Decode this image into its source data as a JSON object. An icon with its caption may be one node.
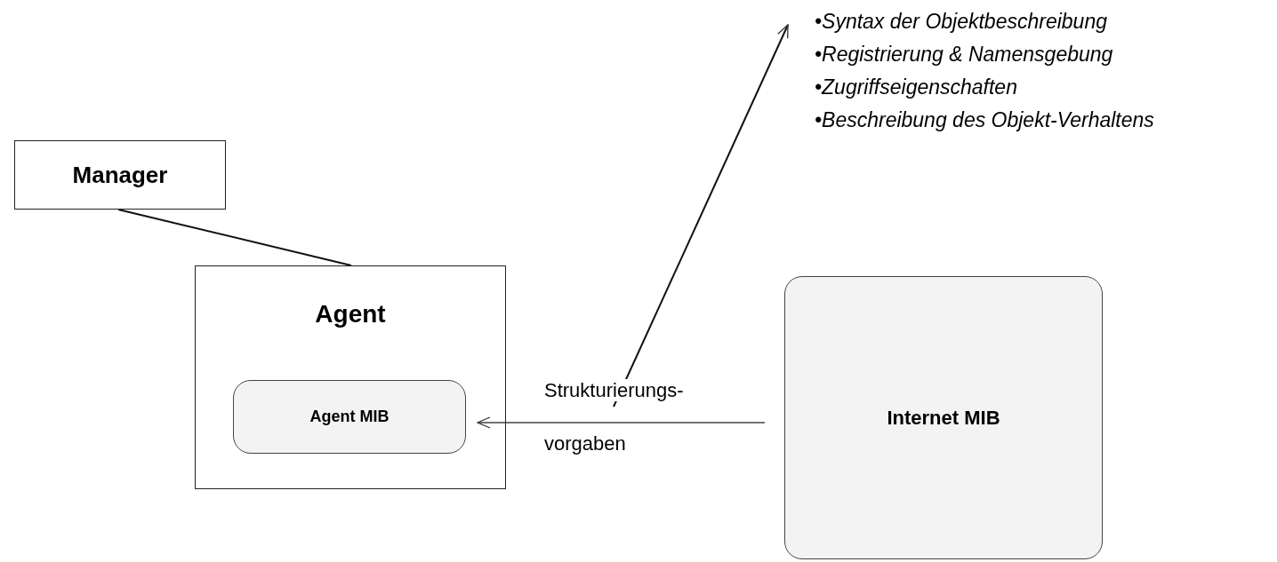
{
  "diagram": {
    "nodes": [
      {
        "text": [
          "Manager"
        ]
      },
      {
        "text": [
          "Agent"
        ]
      },
      {
        "text": [
          "Agent MIB"
        ],
        "in": 1
      },
      {
        "text": [
          "Internet MIB"
        ]
      },
      {
        "text": [
          "•Syntax der Objektbeschreibung",
          "•Registrierung & Namensgebung",
          "•Zugriffseigenschaften",
          "•Beschreibung des Objekt-Verhaltens"
        ]
      }
    ],
    "edges": [
      {
        "from": 0,
        "to": 1,
        "arrow": "none"
      },
      {
        "from": 3,
        "to": 2,
        "arrow": "to",
        "label": "Strukturierungs- vorgaben"
      },
      {
        "from": null,
        "to": 4,
        "arrow": "to"
      }
    ]
  }
}
